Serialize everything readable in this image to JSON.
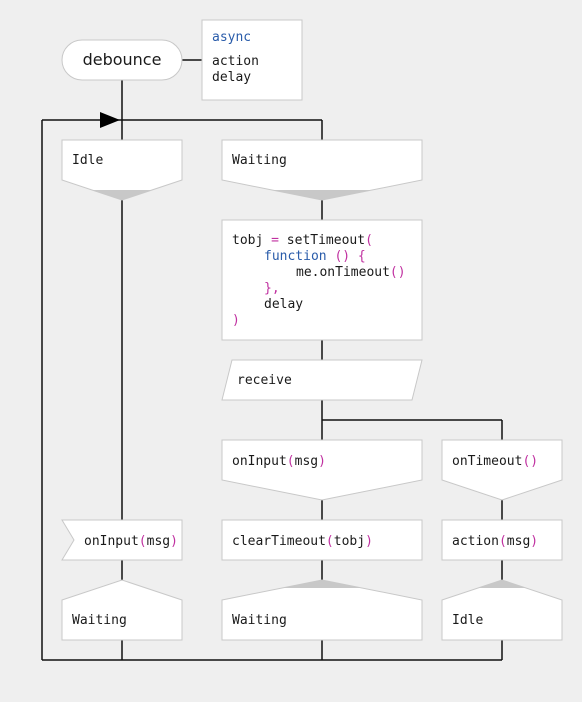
{
  "start": {
    "label": "debounce"
  },
  "params": {
    "keyword": "async",
    "items": [
      "action",
      "delay"
    ]
  },
  "branch_idle": {
    "header": "Idle",
    "action_name": "onInput",
    "action_arg": "msg",
    "next": "Waiting"
  },
  "branch_waiting": {
    "header": "Waiting",
    "code": {
      "l1_var": "tobj",
      "l1_eq": " = ",
      "l1_fn": "setTimeout",
      "l1_paren": "(",
      "l2_kw": "function",
      "l2_paren": " () {",
      "l3_call": "me.onTimeout",
      "l3_paren": "()",
      "l4_close": "},",
      "l5_arg": "delay",
      "l6_close": ")"
    },
    "receive": "receive",
    "case_input": {
      "name": "onInput",
      "arg": "msg"
    },
    "case_timeout": {
      "name": "onTimeout",
      "arg": ""
    },
    "clear_name": "clearTimeout",
    "clear_arg": "tobj",
    "action_name": "action",
    "action_arg": "msg",
    "next_input": "Waiting",
    "next_timeout": "Idle"
  },
  "colors": {
    "background": "#efefef",
    "box_fill": "#ffffff",
    "box_stroke": "#c8c8c8",
    "notch": "#c8c8c8",
    "line": "#111111",
    "keyword": "#2a5caa",
    "punctuation": "#c030a0"
  }
}
